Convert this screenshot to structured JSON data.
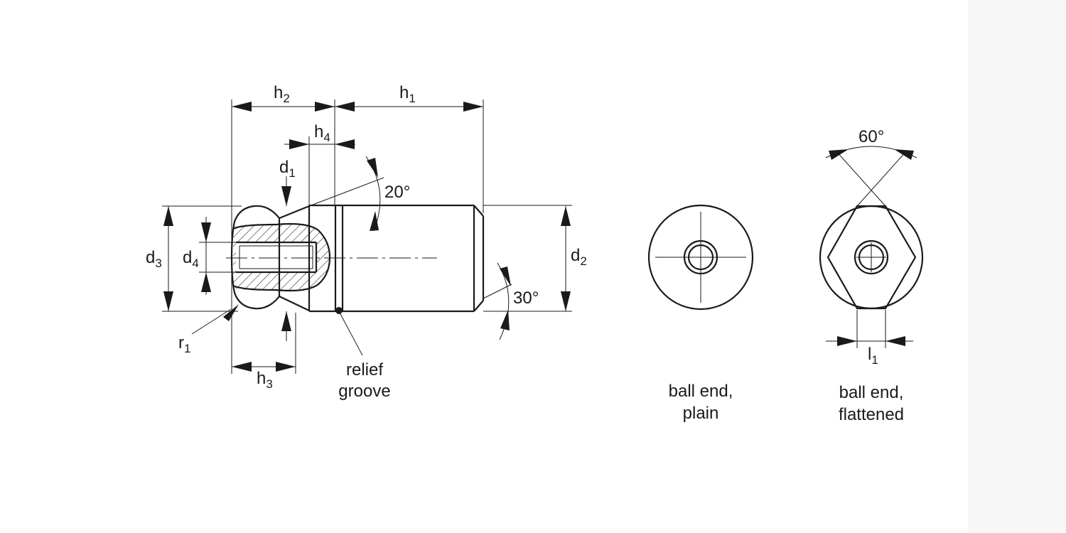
{
  "labels": {
    "h2": {
      "main": "h",
      "sub": "2"
    },
    "h1": {
      "main": "h",
      "sub": "1"
    },
    "h4": {
      "main": "h",
      "sub": "4"
    },
    "d1": {
      "main": "d",
      "sub": "1"
    },
    "d3": {
      "main": "d",
      "sub": "3"
    },
    "d4": {
      "main": "d",
      "sub": "4"
    },
    "d2": {
      "main": "d",
      "sub": "2"
    },
    "r1": {
      "main": "r",
      "sub": "1"
    },
    "h3": {
      "main": "h",
      "sub": "3"
    },
    "l1": {
      "main": "l",
      "sub": "1"
    },
    "angle_20": "20°",
    "angle_30": "30°",
    "angle_60": "60°"
  },
  "captions": {
    "relief_groove": [
      "relief",
      "groove"
    ],
    "ball_end_plain": [
      "ball end,",
      "plain"
    ],
    "ball_end_flattened": [
      "ball end,",
      "flattened"
    ]
  },
  "colors": {
    "line": "#1a1a1a",
    "background": "#ffffff",
    "side_strip": "#f7f7f7"
  }
}
